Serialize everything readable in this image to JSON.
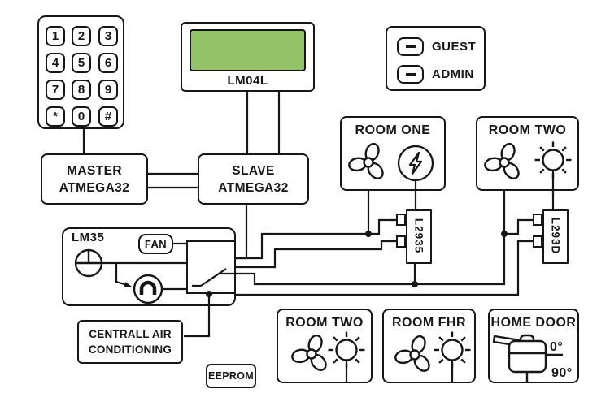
{
  "keypad": {
    "keys": [
      "1",
      "2",
      "3",
      "4",
      "5",
      "6",
      "7",
      "8",
      "9",
      "*",
      "0",
      "#"
    ]
  },
  "lcd": {
    "label": "LM04L",
    "screen_color": "#94c269"
  },
  "legend": {
    "guest": "GUEST",
    "admin": "ADMIN"
  },
  "controllers": {
    "master_line1": "MASTER",
    "master_line2": "ATMEGA32",
    "slave_line1": "SLAVE",
    "slave_line2": "ATMEGA32"
  },
  "rooms": {
    "room_one": {
      "title": "ROOM ONE"
    },
    "room_two_top": {
      "title": "ROOM TWO"
    },
    "room_two_bottom": {
      "title": "ROOM TWO"
    },
    "room_fhr": {
      "title": "ROOM FHR"
    },
    "home_door": {
      "title": "HOME DOOR",
      "angle_0": "0°",
      "angle_90": "90°"
    }
  },
  "chips": {
    "left": "L2935",
    "right": "L293D"
  },
  "sensor_module": {
    "sensor_label": "LM35",
    "fan_label": "FAN"
  },
  "ac": {
    "line1": "CENTRALL AIR",
    "line2": "CONDITIONING"
  },
  "eeprom": {
    "label": "EEPROM"
  },
  "colors": {
    "stroke": "#161616",
    "lcd_green": "#94c269"
  }
}
